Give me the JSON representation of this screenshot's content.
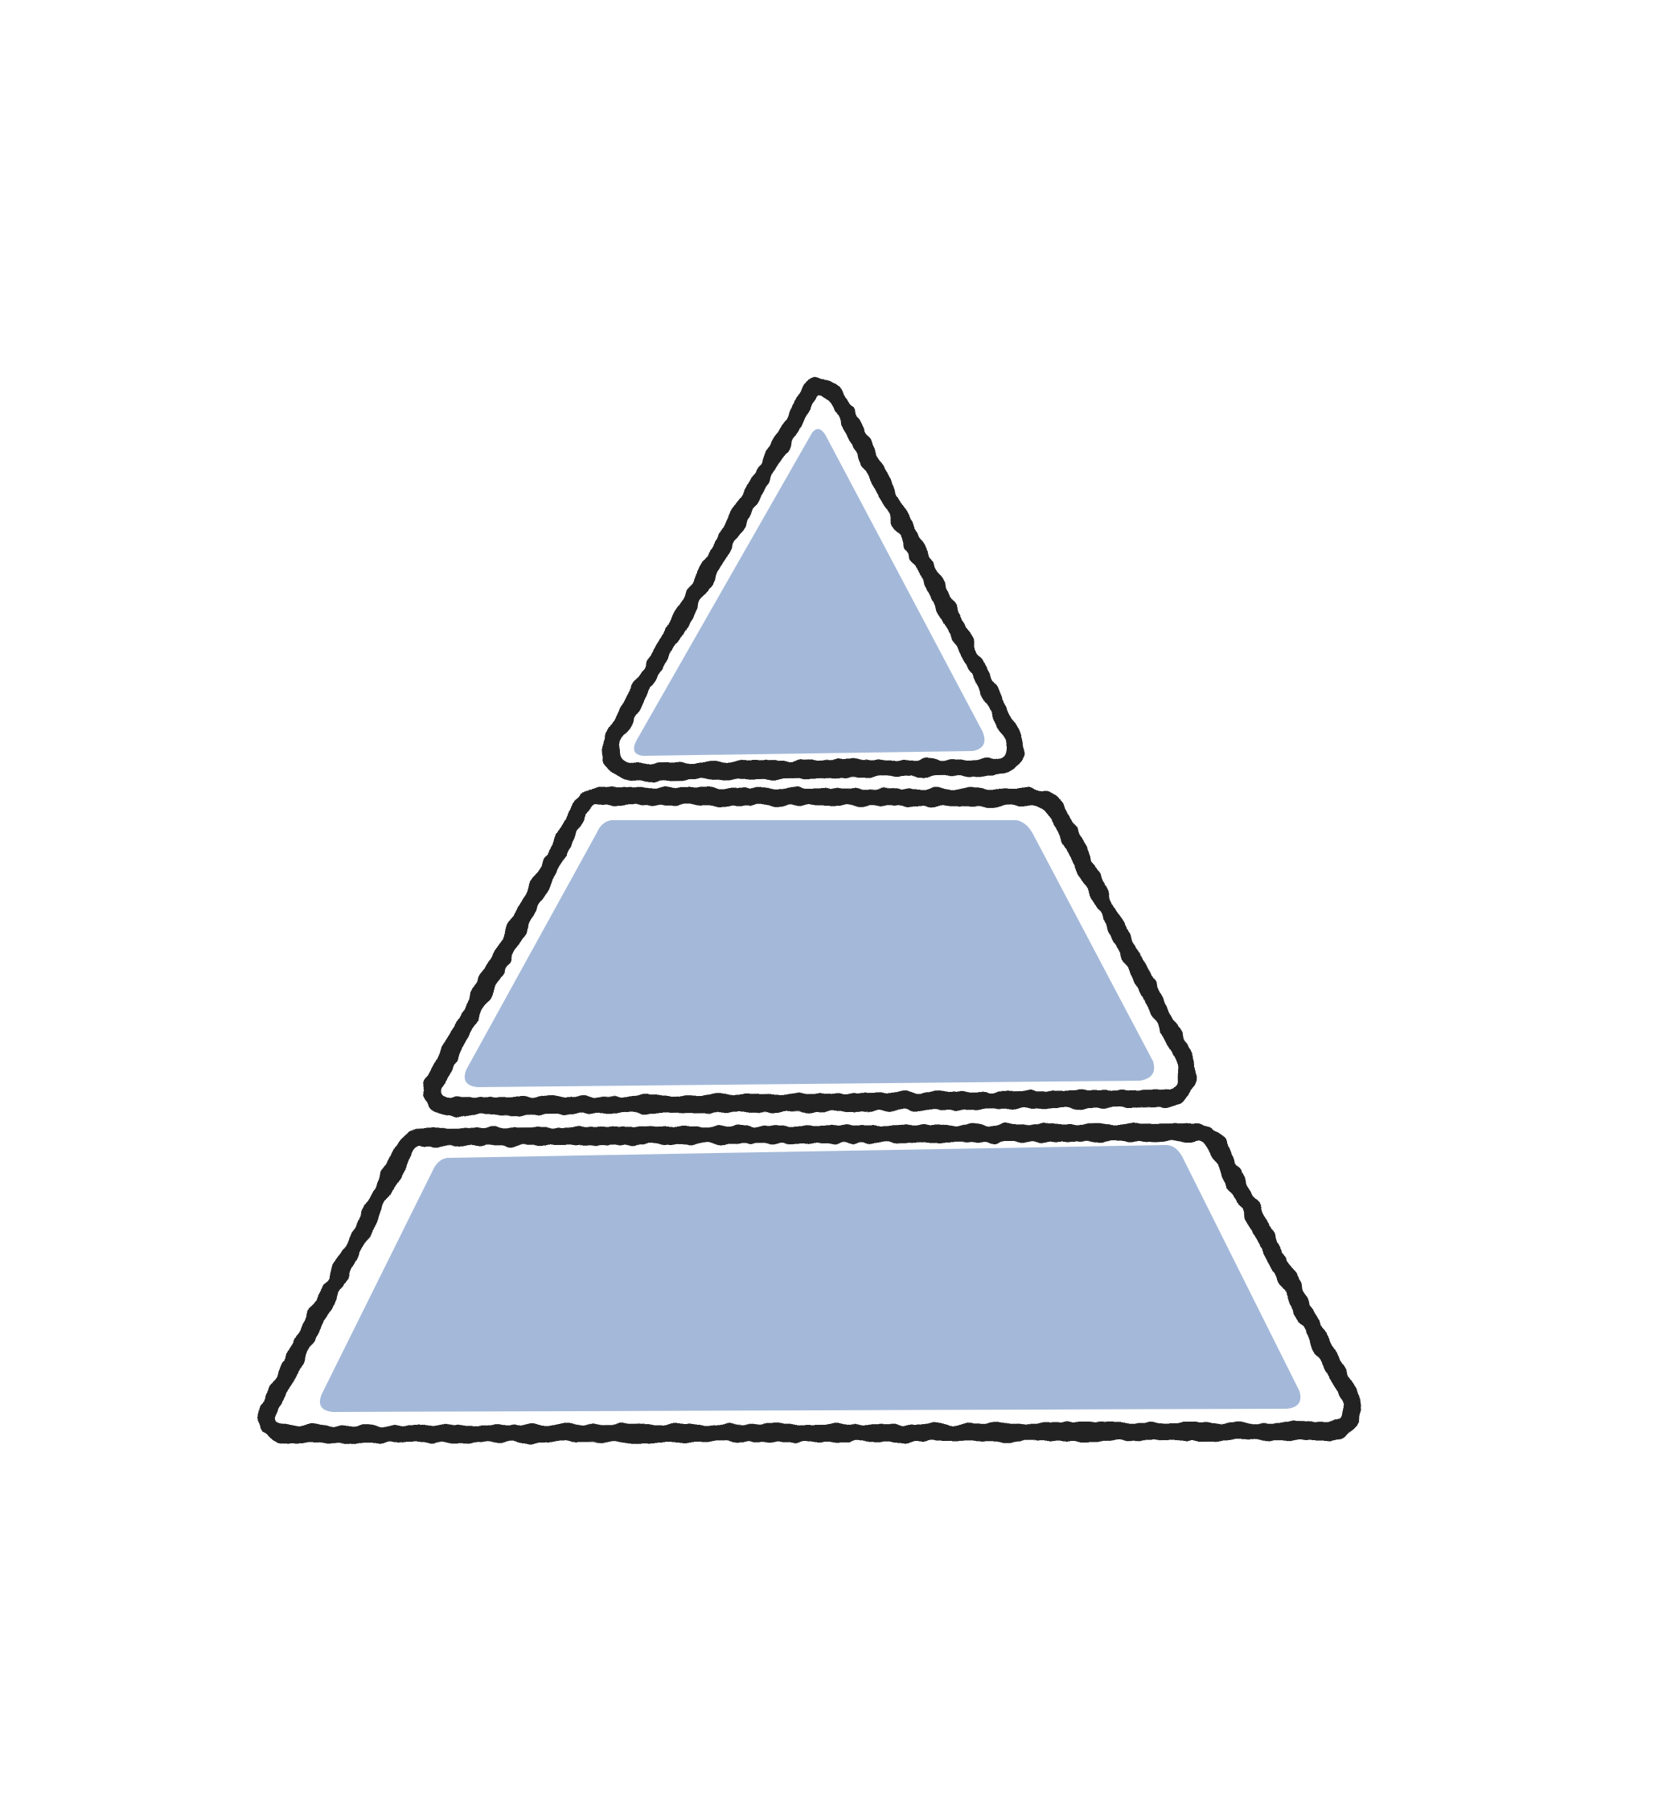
{
  "illustration": {
    "subject": "pyramid-icon",
    "tiers": [
      {
        "id": "top",
        "shape": "triangle"
      },
      {
        "id": "middle",
        "shape": "trapezoid"
      },
      {
        "id": "bottom",
        "shape": "trapezoid"
      }
    ]
  },
  "colors": {
    "background": "#ffffff",
    "fill": "#a4b9d9",
    "outline": "#222222"
  }
}
